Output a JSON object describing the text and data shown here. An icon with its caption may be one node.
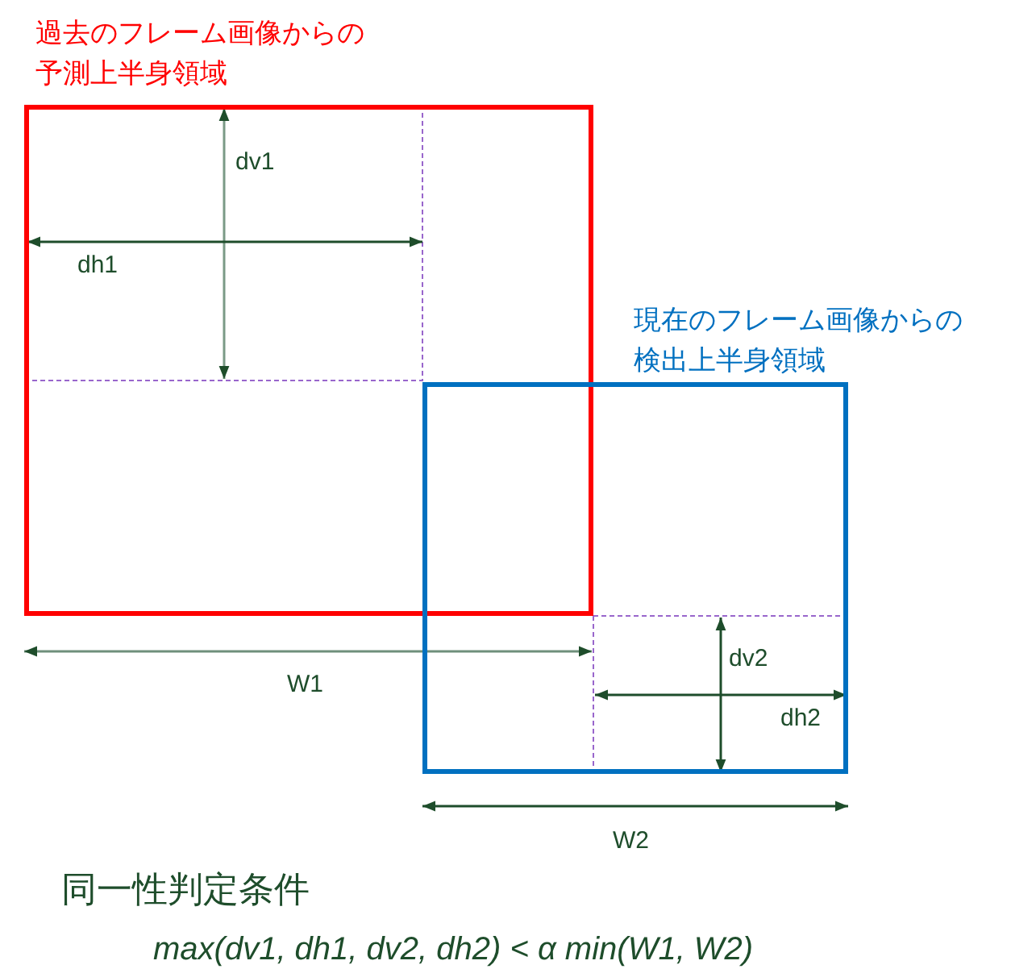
{
  "diagram": {
    "nodes": [
      {
        "text": [
          "過去のフレーム画像からの予測上半身領域"
        ]
      },
      {
        "text": [
          "現在のフレーム画像からの検出上半身領域"
        ]
      }
    ],
    "labels": [
      "dv1",
      "dh1",
      "W1",
      "dv2",
      "dh2",
      "W2",
      "同一性判定条件",
      "max(dv1, dh1, dv2, dh2) < α min(W1, W2)"
    ]
  }
}
